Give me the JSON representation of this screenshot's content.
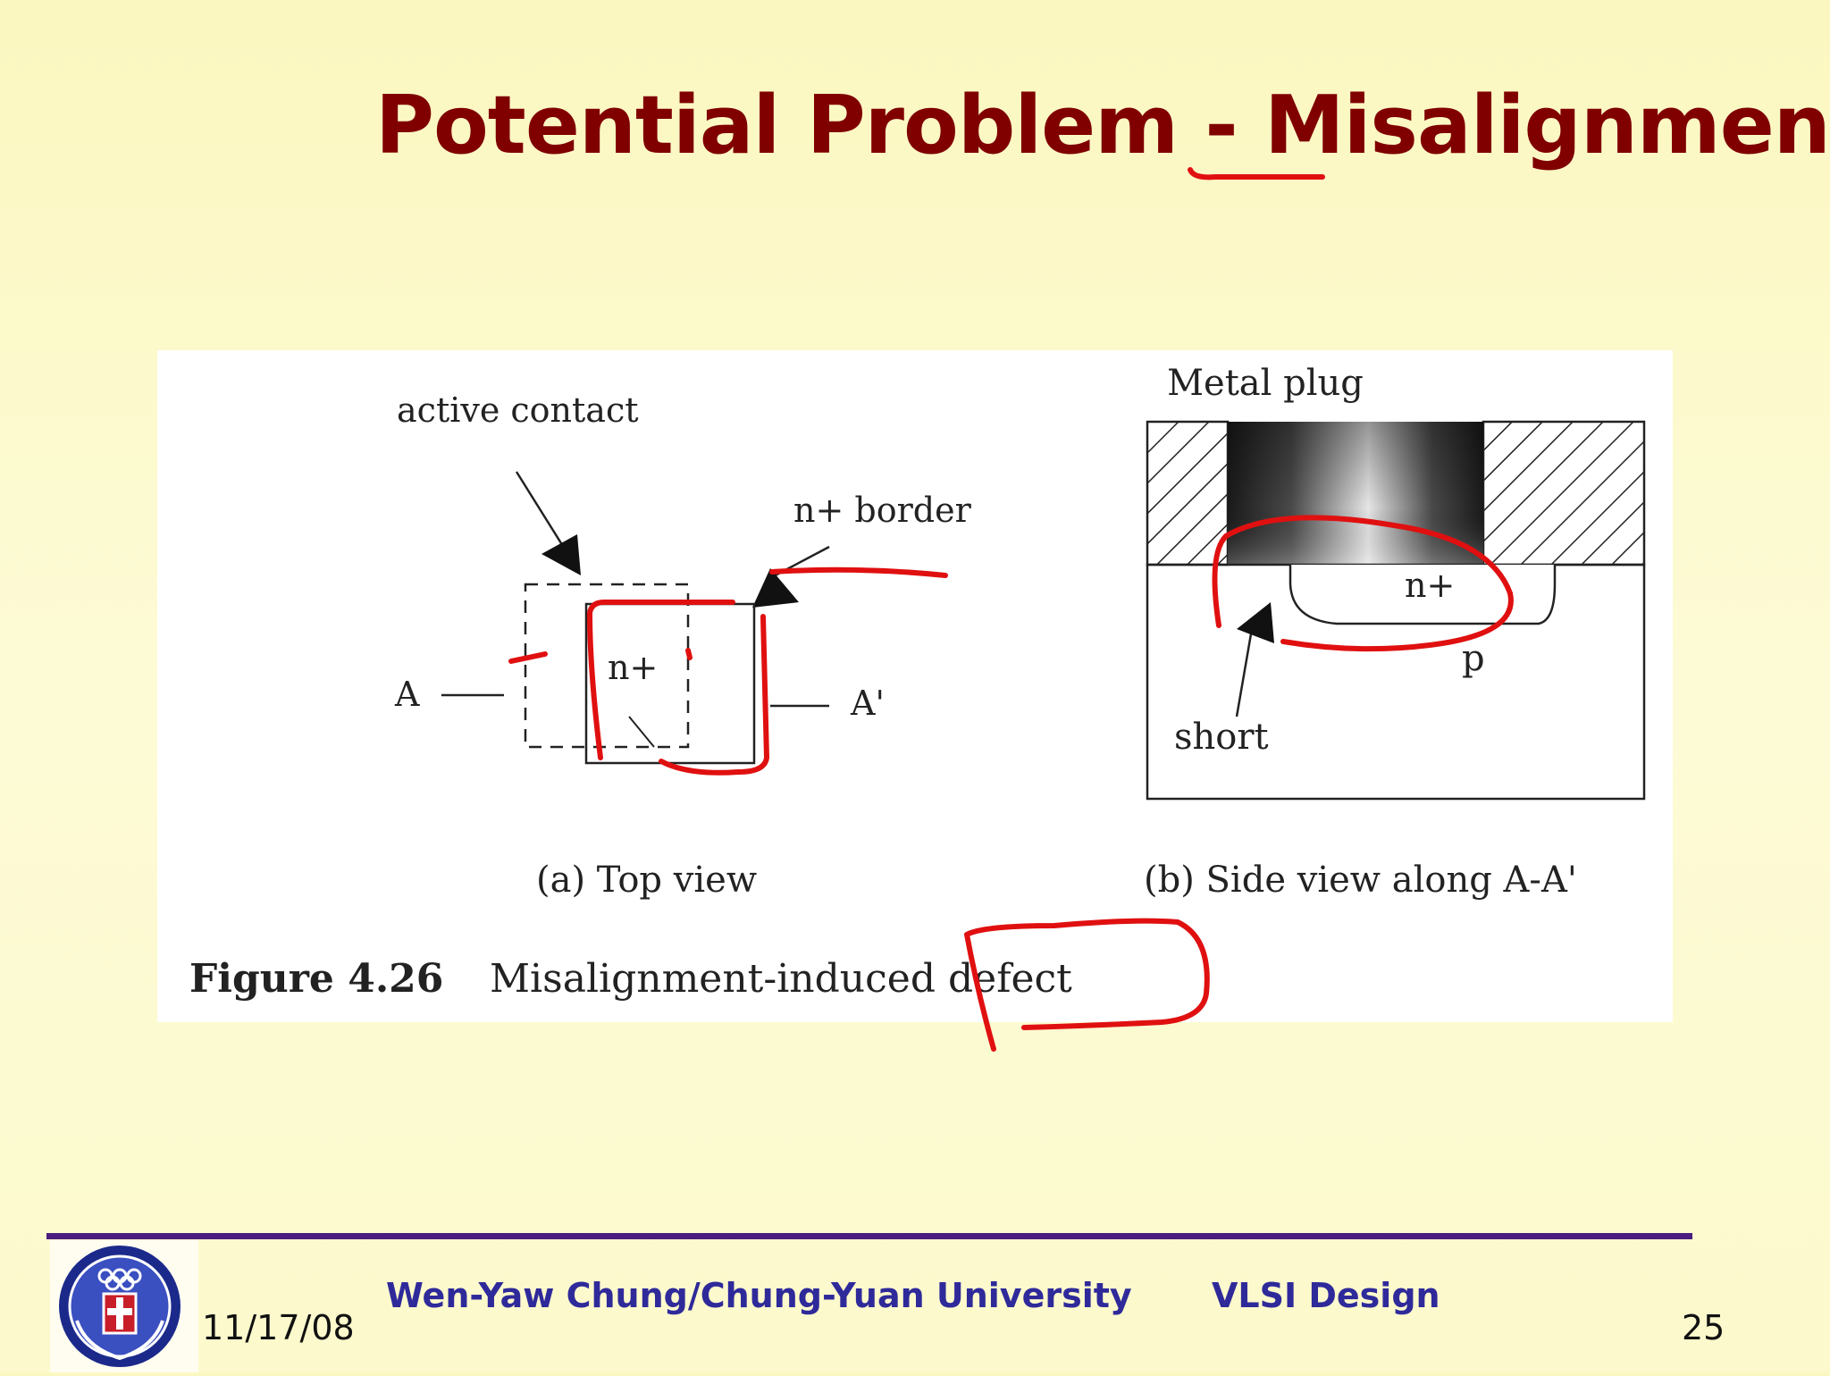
{
  "slide": {
    "title": "Potential Problem - Misalignment",
    "footer": {
      "author": "Wen-Yaw Chung/Chung-Yuan University",
      "course": "VLSI Design",
      "date": "11/17/08",
      "page": "25"
    }
  },
  "figure": {
    "top_view": {
      "label_active_contact": "active contact",
      "label_n_plus_border": "n+ border",
      "label_n_plus": "n+",
      "label_a": "A",
      "label_a_prime": "A'",
      "caption": "(a) Top view"
    },
    "side_view": {
      "label_metal_plug": "Metal plug",
      "label_n_plus": "n+",
      "label_p": "p",
      "label_short": "short",
      "caption": "(b) Side view along A-A'"
    },
    "caption_number": "Figure 4.26",
    "caption_text": "Misalignment-induced defect"
  },
  "colors": {
    "title": "#800000",
    "annotation_ink": "#e01010",
    "footer_text": "#2f2a9a",
    "footer_rule": "#4b1d80"
  },
  "icons": {
    "logo": "university-seal-icon"
  }
}
